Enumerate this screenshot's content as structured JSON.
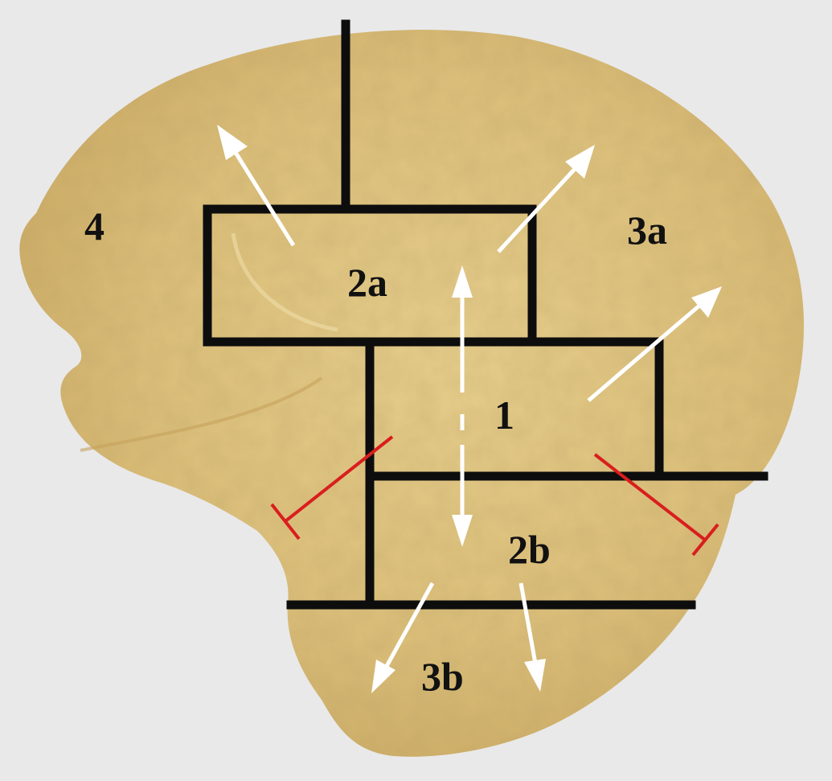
{
  "figure": {
    "colors": {
      "background": "#e9e9ea",
      "bone_light": "#e8cf8d",
      "bone_mid": "#dcbf7a",
      "bone_dark": "#c9a862",
      "boundary_lines": "#0d0d0d",
      "arrows": "#ffffff",
      "inhibition_marks": "#d91e1e"
    },
    "regions": [
      {
        "id": "1",
        "label": "1"
      },
      {
        "id": "2a",
        "label": "2a"
      },
      {
        "id": "2b",
        "label": "2b"
      },
      {
        "id": "3a",
        "label": "3a"
      },
      {
        "id": "3b",
        "label": "3b"
      },
      {
        "id": "4",
        "label": "4"
      }
    ],
    "arrows": [
      {
        "from": "2a",
        "direction": "up-left",
        "heads": 1
      },
      {
        "from": "2a",
        "direction": "up-right",
        "heads": 1
      },
      {
        "from": "1",
        "direction": "up-right",
        "heads": 1
      },
      {
        "between": [
          "2a",
          "2b"
        ],
        "direction": "vertical",
        "heads": 2,
        "style": "dashed"
      },
      {
        "from": "2b",
        "direction": "down-left",
        "heads": 1
      },
      {
        "from": "2b",
        "direction": "down",
        "heads": 1
      }
    ],
    "inhibition_marks": [
      {
        "side": "left",
        "count": 1
      },
      {
        "side": "right",
        "count": 1
      }
    ]
  }
}
